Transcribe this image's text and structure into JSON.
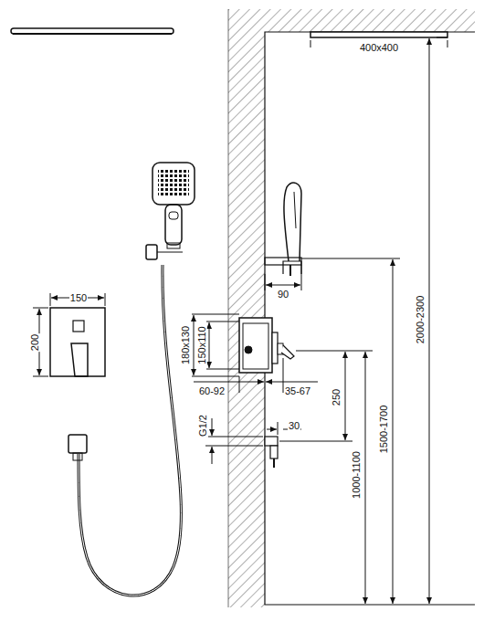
{
  "diagram": {
    "labels": [
      "400x400",
      "90",
      "180x130",
      "150x110",
      "60-92",
      "35-67",
      "250",
      "G1/2",
      "30",
      "1000-1100",
      "1500-1700",
      "2000-2300",
      "150",
      "200"
    ]
  }
}
